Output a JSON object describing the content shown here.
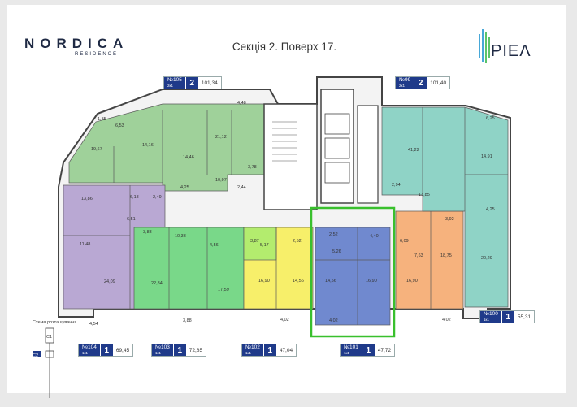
{
  "brand": {
    "name": "NORDICA",
    "subtitle": "RESIDENCE",
    "developer": "ΡΙΕΛ"
  },
  "title": "Секція 2. Поверх 17.",
  "legend": {
    "label": "Схема розташування",
    "c1": "C1",
    "c2": "C2"
  },
  "colors": {
    "purple": "#b9a8d3",
    "green_top": "#9fd19a",
    "teal": "#8fd3c6",
    "green_bottom": "#79d889",
    "lime": "#b3ec6e",
    "yellow": "#f7ef6a",
    "blue": "#7089cf",
    "orange": "#f6b27d",
    "highlight": "#39c02d"
  },
  "apartments": [
    {
      "id": "№105",
      "rooms_type": "2к1",
      "rooms": "2",
      "area": "101,34"
    },
    {
      "id": "№99",
      "rooms_type": "2к1",
      "rooms": "2",
      "area": "101,40"
    },
    {
      "id": "№104",
      "rooms_type": "1к1",
      "rooms": "1",
      "area": "69,45"
    },
    {
      "id": "№103",
      "rooms_type": "1к1",
      "rooms": "1",
      "area": "72,85"
    },
    {
      "id": "№102",
      "rooms_type": "1к1",
      "rooms": "1",
      "area": "47,04"
    },
    {
      "id": "№101",
      "rooms_type": "1к1",
      "rooms": "1",
      "area": "47,72"
    },
    {
      "id": "№100",
      "rooms_type": "1к1",
      "rooms": "1",
      "area": "55,31"
    }
  ],
  "room_areas": {
    "a105": [
      "19,67",
      "14,16",
      "14,46",
      "21,12",
      "4,48",
      "3,78",
      "4,25",
      "10,97",
      "2,44",
      "1,85",
      "6,53"
    ],
    "a104": [
      "13,86",
      "6,18",
      "2,49",
      "6,51",
      "11,48",
      "24,09",
      "4,54"
    ],
    "a103": [
      "3,83",
      "10,33",
      "22,84",
      "4,56",
      "17,59",
      "3,88"
    ],
    "a102": [
      "3,87",
      "2,52",
      "5,17",
      "16,90",
      "14,56",
      "4,02"
    ],
    "a101": [
      "2,52",
      "4,40",
      "5,26",
      "14,56",
      "16,90",
      "4,02"
    ],
    "a100": [
      "6,09",
      "3,92",
      "7,63",
      "18,75",
      "16,90",
      "4,02"
    ],
    "a99": [
      "6,25",
      "41,22",
      "14,91",
      "2,94",
      "13,85",
      "4,25",
      "20,29"
    ]
  }
}
